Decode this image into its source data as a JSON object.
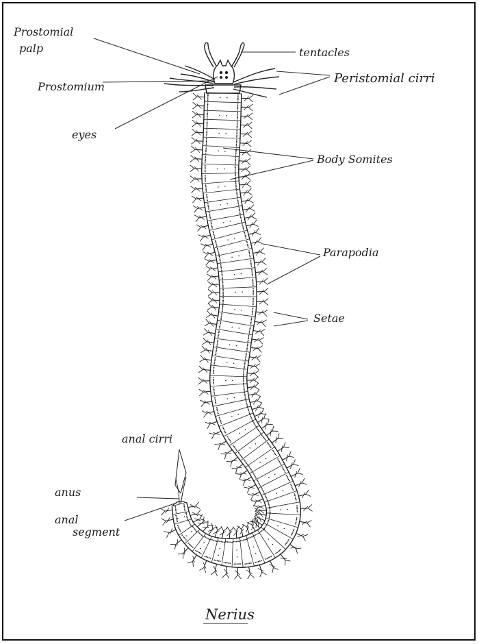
{
  "title": "Nerius",
  "labels": {
    "prostomial_palp_1": "Prostomial",
    "prostomial_palp_2": "palp",
    "prostomium": "Prostomium",
    "eyes": "eyes",
    "tentacles": "tentacles",
    "peristomial_cirri": "Peristomial cirri",
    "body_somites": "Body Somites",
    "parapodia": "Parapodia",
    "setae": "Setae",
    "anal_cirri": "anal cirri",
    "anus": "anus",
    "anal_segment_1": "anal",
    "anal_segment_2": "segment"
  },
  "colors": {
    "ink": "#222222",
    "background": "#ffffff"
  }
}
